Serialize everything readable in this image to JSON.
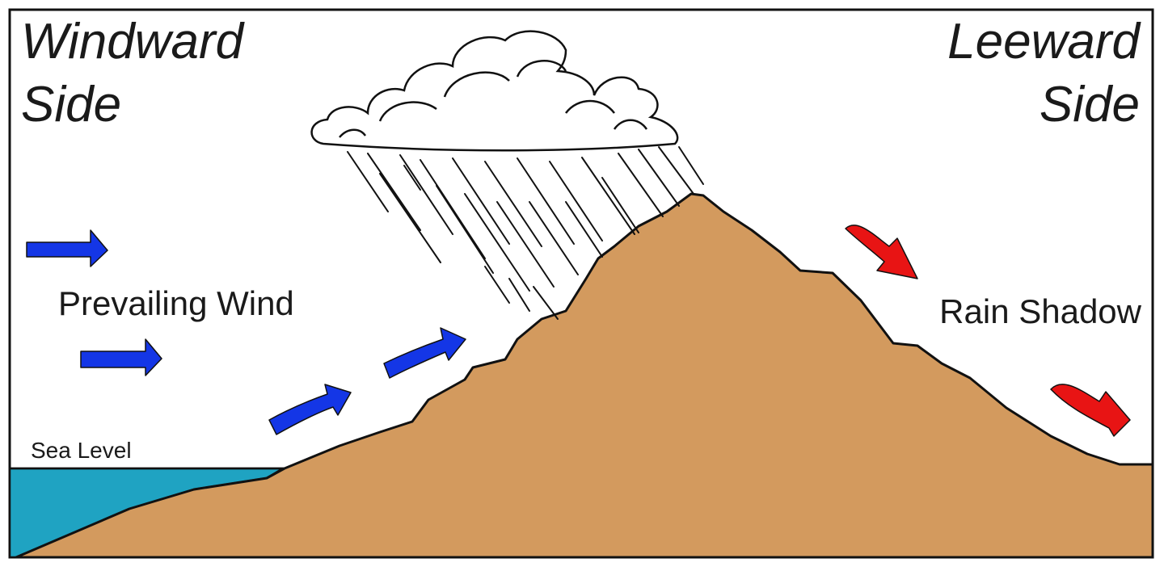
{
  "diagram": {
    "windward_title_line1": "Windward",
    "windward_title_line2": "Side",
    "leeward_title_line1": "Leeward",
    "leeward_title_line2": "Side",
    "prevailing_wind_label": "Prevailing Wind",
    "rain_shadow_label": "Rain Shadow",
    "sea_level_label": "Sea Level"
  },
  "colors": {
    "mountain": "#D39A5E",
    "sea": "#1FA3C2",
    "wind_arrow": "#1436E6",
    "dry_wind_arrow": "#E81414",
    "outline": "#111111"
  }
}
